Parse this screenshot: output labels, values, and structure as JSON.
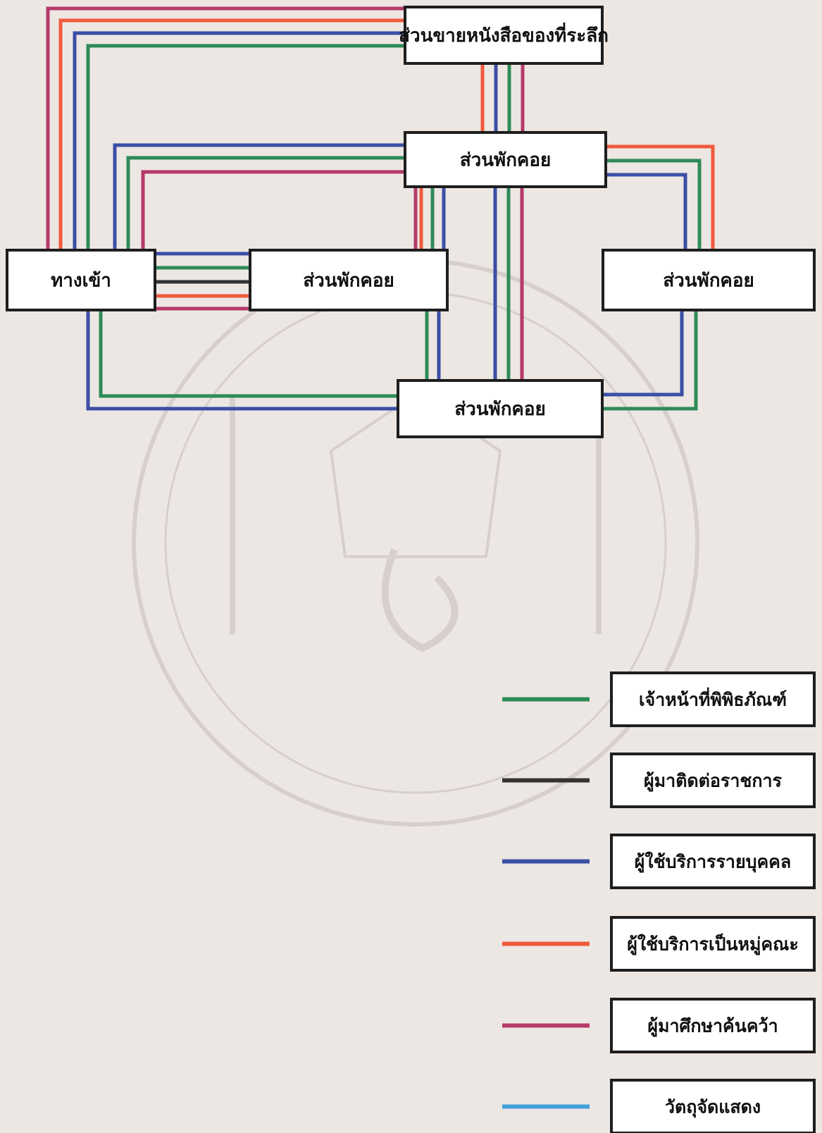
{
  "diagram": {
    "nodes": [
      {
        "id": "souvenir",
        "label": "ส่วนขายหนังสือของที่ระลึก"
      },
      {
        "id": "rest_top",
        "label": "ส่วนพักคอย"
      },
      {
        "id": "entrance",
        "label": "ทางเข้า"
      },
      {
        "id": "rest_mid",
        "label": "ส่วนพักคอย"
      },
      {
        "id": "rest_right",
        "label": "ส่วนพักคอย"
      },
      {
        "id": "rest_bottom",
        "label": "ส่วนพักคอย"
      }
    ],
    "legend": [
      {
        "key": "staff",
        "label": "เจ้าหน้าที่พิพิธภัณฑ์",
        "color": "#2e8b57"
      },
      {
        "key": "official",
        "label": "ผู้มาติดต่อราชการ",
        "color": "#333333"
      },
      {
        "key": "individual",
        "label": "ผู้ใช้บริการรายบุคคล",
        "color": "#3b4fa6"
      },
      {
        "key": "group",
        "label": "ผู้ใช้บริการเป็นหมู่คณะ",
        "color": "#ef5a3c"
      },
      {
        "key": "researcher",
        "label": "ผู้มาศึกษาค้นคว้า",
        "color": "#b53a6a"
      },
      {
        "key": "exhibit",
        "label": "วัตถุจัดแสดง",
        "color": "#3fa0d9"
      }
    ]
  }
}
